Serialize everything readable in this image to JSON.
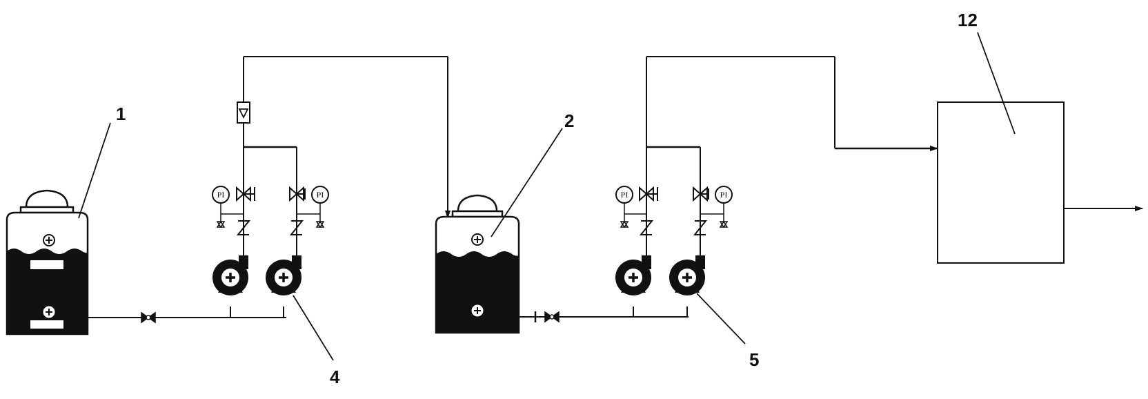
{
  "colors": {
    "line": "#111111",
    "fill": "#111111",
    "background": "#ffffff"
  },
  "labels": {
    "tank1": "1",
    "tank2": "2",
    "pump_group_1": "4",
    "pump_group_2": "5",
    "unit_12": "12"
  },
  "gauges": {
    "g1": "PI",
    "g2": "PI",
    "g3": "PI",
    "g4": "PI"
  },
  "icons": [
    "storage-tank-icon",
    "liquid-tank-icon",
    "centrifugal-pump-icon",
    "gate-valve-icon",
    "check-valve-icon",
    "pressure-gauge-icon",
    "flowmeter-icon"
  ]
}
